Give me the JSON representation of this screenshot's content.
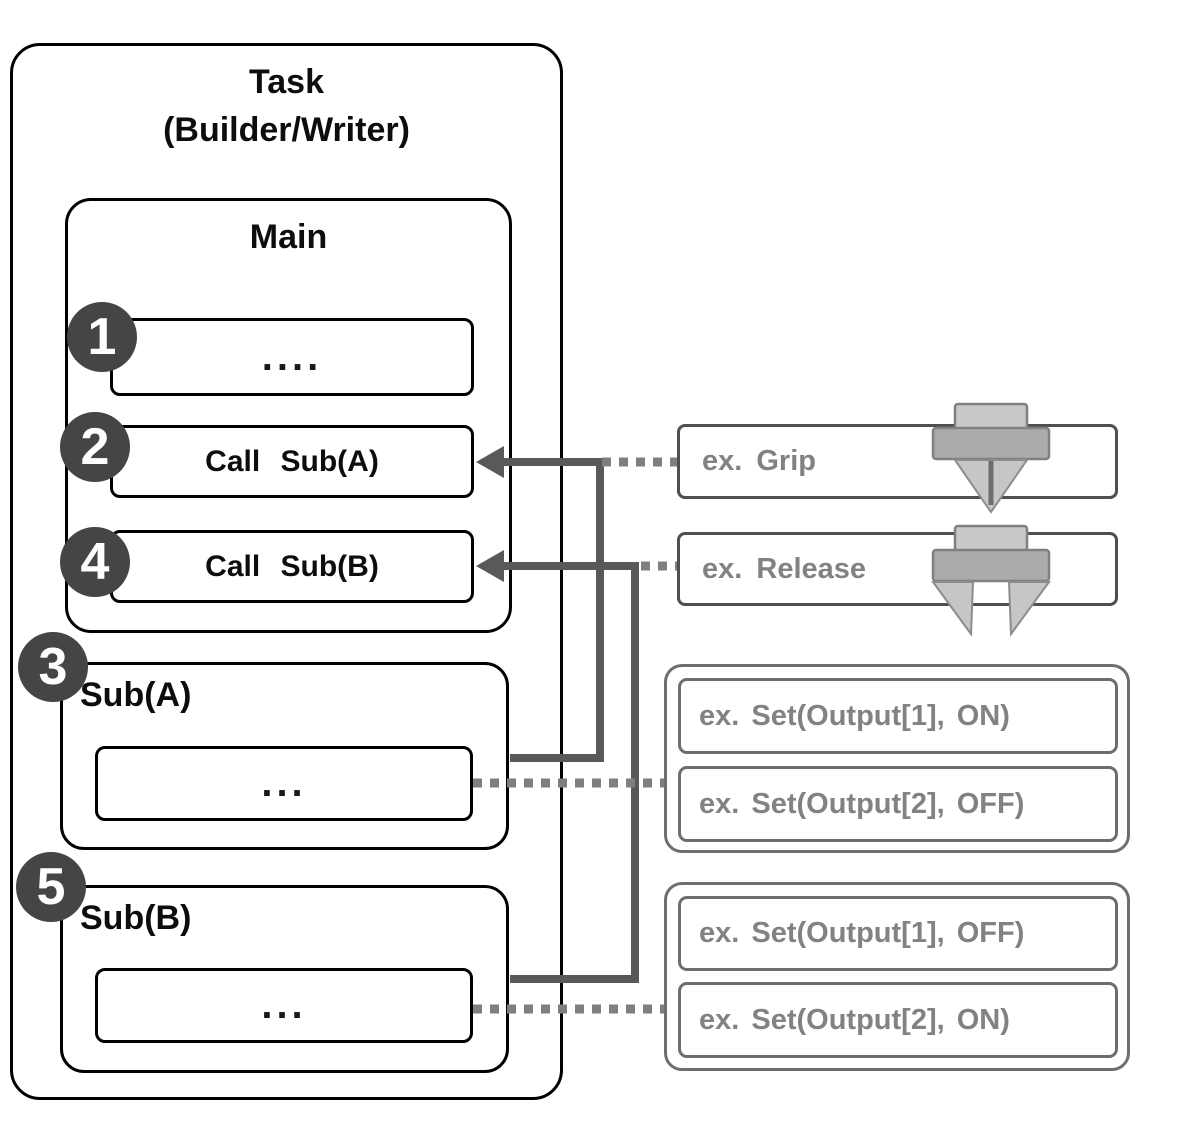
{
  "task": {
    "title_line1": "Task",
    "title_line2": "(Builder/Writer)",
    "main": {
      "title": "Main",
      "steps": [
        {
          "badge": "1",
          "label": "...."
        },
        {
          "badge": "2",
          "label": "Call Sub(A)"
        },
        {
          "badge": "4",
          "label": "Call Sub(B)"
        }
      ]
    },
    "subs": [
      {
        "badge": "3",
        "title": "Sub(A)",
        "body": "..."
      },
      {
        "badge": "5",
        "title": "Sub(B)",
        "body": "..."
      }
    ]
  },
  "examples": {
    "grip_label": "ex. Grip",
    "release_label": "ex. Release",
    "grip_icon": "gripper-closed-icon",
    "release_icon": "gripper-open-icon",
    "sub_a_actions": [
      "ex. Set(Output[1], ON)",
      "ex. Set(Output[2], OFF)"
    ],
    "sub_b_actions": [
      "ex. Set(Output[1], OFF)",
      "ex. Set(Output[2], ON)"
    ]
  },
  "colors": {
    "box_border": "#000000",
    "badge_fill": "#454545",
    "badge_text": "#ffffff",
    "connector_solid": "#595959",
    "connector_dotted": "#7f7f7f",
    "example_text": "#828282",
    "example_border": "#4f4f4f",
    "group_border": "#6e6e6e",
    "gripper_light": "#c9c9c9",
    "gripper_mid": "#ababab"
  }
}
